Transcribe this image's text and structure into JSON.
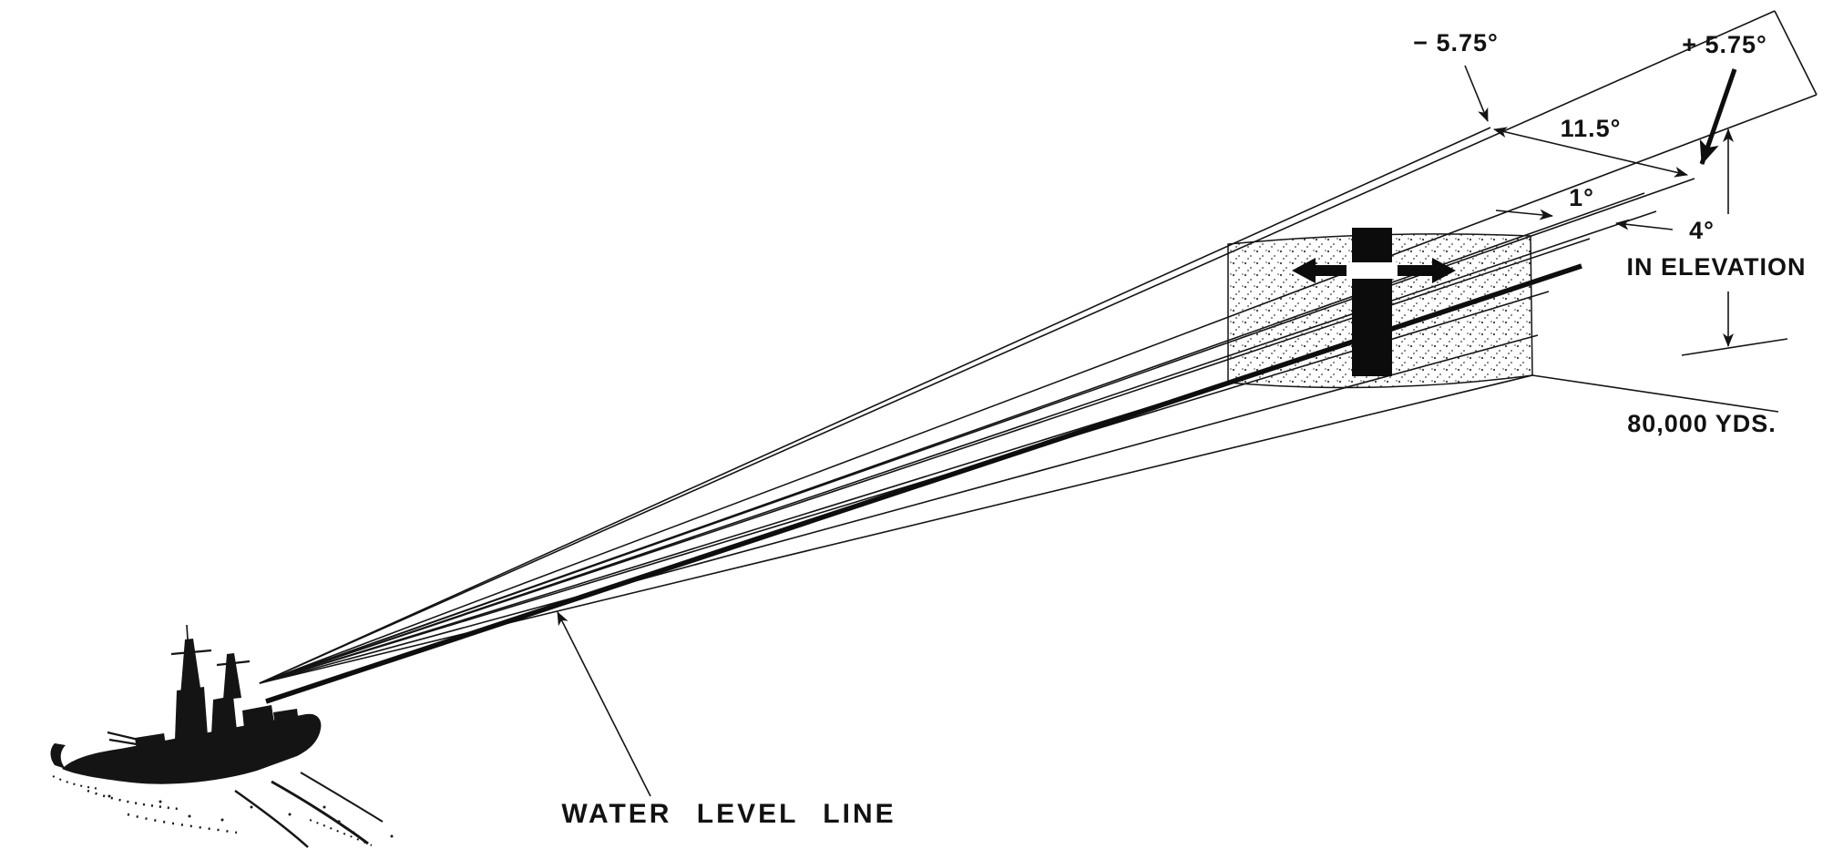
{
  "figure": {
    "background": "#ffffff",
    "ink": "#141414",
    "labels": {
      "neg_bearing": "− 5.75°",
      "pos_bearing": "+ 5.75°",
      "total_bearing": "11.5°",
      "beam_width": "1°",
      "elevation_angle": "4°",
      "elevation_caption": "IN ELEVATION",
      "range": "80,000 YDS.",
      "water_line": "WATER LEVEL LINE"
    }
  }
}
